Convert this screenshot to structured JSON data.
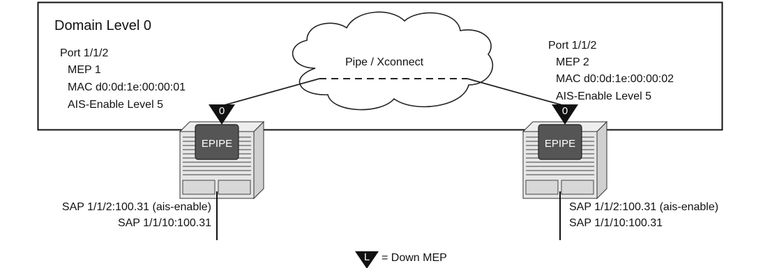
{
  "domain_label": "Domain Level 0",
  "cloud_label": "Pipe / Xconnect",
  "left_node": {
    "port": "Port 1/1/2",
    "mep": "MEP 1",
    "mac": "MAC d0:0d:1e:00:00:01",
    "ais": "AIS-Enable Level 5",
    "mep_level": "0",
    "service": "EPIPE",
    "sap_1": "SAP 1/1/2:100.31 (ais-enable)",
    "sap_2": "SAP 1/1/10:100.31"
  },
  "right_node": {
    "port": "Port 1/1/2",
    "mep": "MEP 2",
    "mac": "MAC d0:0d:1e:00:00:02",
    "ais": "AIS-Enable Level 5",
    "mep_level": "0",
    "service": "EPIPE",
    "sap_1": "SAP 1/1/2:100.31 (ais-enable)",
    "sap_2": "SAP 1/1/10:100.31"
  },
  "legend": {
    "symbol_letter": "L",
    "text": "= Down MEP"
  }
}
